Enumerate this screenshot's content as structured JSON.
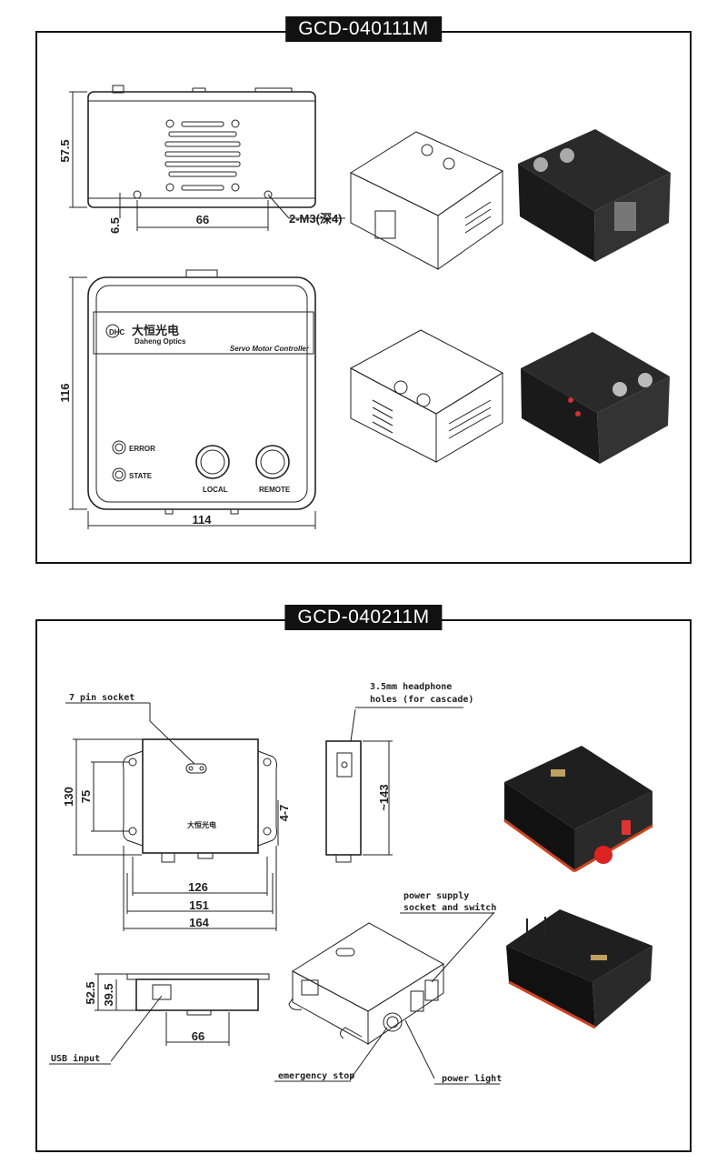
{
  "models": [
    {
      "name": "GCD-040111M"
    },
    {
      "name": "GCD-040211M"
    }
  ],
  "drawing1": {
    "dims": {
      "height": "57.5",
      "offset": "6.5",
      "holes": "66",
      "screw": "2-M3(深4)",
      "depth": "116",
      "width": "114"
    },
    "logo": {
      "chinese": "大恒光电",
      "brand": "Daheng Optics",
      "mark": "DHC"
    },
    "product": "Servo Motor Controller",
    "leds": [
      "ERROR",
      "STATE"
    ],
    "buttons": [
      "LOCAL",
      "REMOTE"
    ]
  },
  "drawing2": {
    "callouts": {
      "pin": "7 pin socket",
      "headphone": [
        "3.5mm headphone",
        "holes (for cascade)"
      ],
      "power_socket": [
        "power supply",
        "socket and switch"
      ],
      "usb": "USB input",
      "estop": "emergency stop",
      "power_light": "power light"
    },
    "dims": {
      "h130": "130",
      "h75": "75",
      "w126": "126",
      "w151": "151",
      "w164": "164",
      "gap": "4-7",
      "side": "~143",
      "h52": "52.5",
      "h39": "39.5",
      "w66": "66"
    }
  }
}
